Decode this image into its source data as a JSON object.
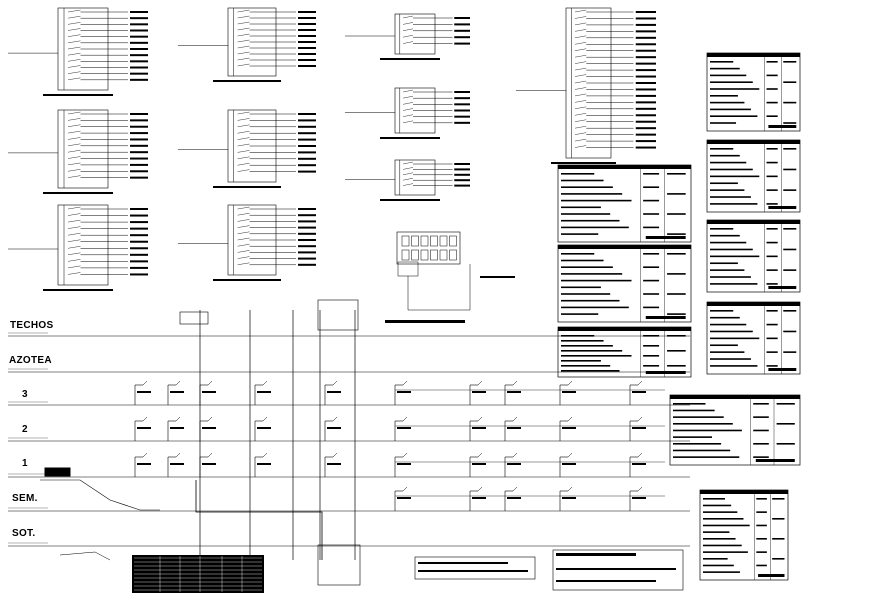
{
  "drawing": {
    "levels": [
      {
        "id": "techos",
        "label": "TECHOS"
      },
      {
        "id": "azotea",
        "label": "AZOTEA"
      },
      {
        "id": "n3",
        "label": "3"
      },
      {
        "id": "n2",
        "label": "2"
      },
      {
        "id": "n1",
        "label": "1"
      },
      {
        "id": "sem",
        "label": "SEM."
      },
      {
        "id": "sot",
        "label": "SOT."
      }
    ]
  }
}
